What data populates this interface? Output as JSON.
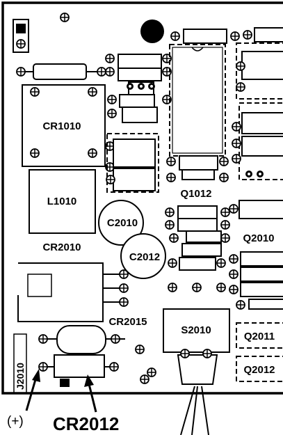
{
  "labels": {
    "cr1010": "CR1010",
    "l1010": "L1010",
    "cr2010": "CR2010",
    "c2010": "C2010",
    "c2012": "C2012",
    "q1012": "Q1012",
    "q2010": "Q2010",
    "cr2015": "CR2015",
    "s2010": "S2010",
    "q2011": "Q2011",
    "q2012": "Q2012",
    "j2010": "J2010",
    "plus": "(+)",
    "cr2012": "CR2012"
  },
  "icons": [
    "solder-pad-icon",
    "arrow-icon",
    "mounting-hole-icon"
  ]
}
